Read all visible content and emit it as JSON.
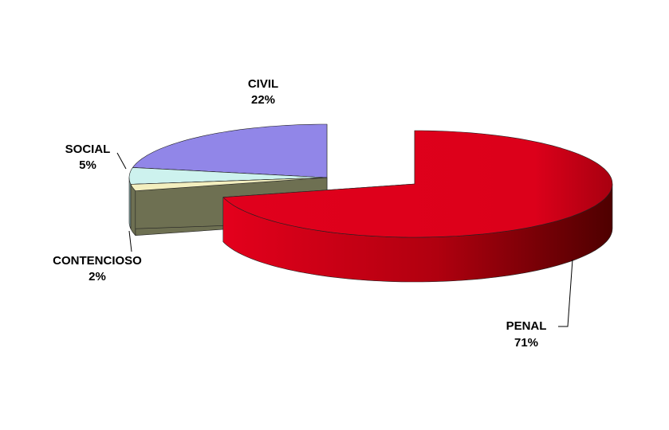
{
  "chart_data": {
    "type": "pie",
    "style": "3d-exploded",
    "title": "",
    "slices": [
      {
        "label": "PENAL",
        "percent_label": "71%",
        "value": 71,
        "color": "#e0001c",
        "side_color": "#5c0000",
        "exploded": false
      },
      {
        "label": "CONTENCIOSO",
        "percent_label": "2%",
        "value": 2,
        "color": "#f3efbf",
        "side_color": "#6e7052",
        "exploded": true
      },
      {
        "label": "SOCIAL",
        "percent_label": "5%",
        "value": 5,
        "color": "#cdf2ee",
        "side_color": "#8aa9a6",
        "exploded": true
      },
      {
        "label": "CIVIL",
        "percent_label": "22%",
        "value": 22,
        "color": "#9186e8",
        "side_color": "#48437e",
        "exploded": true
      }
    ]
  }
}
